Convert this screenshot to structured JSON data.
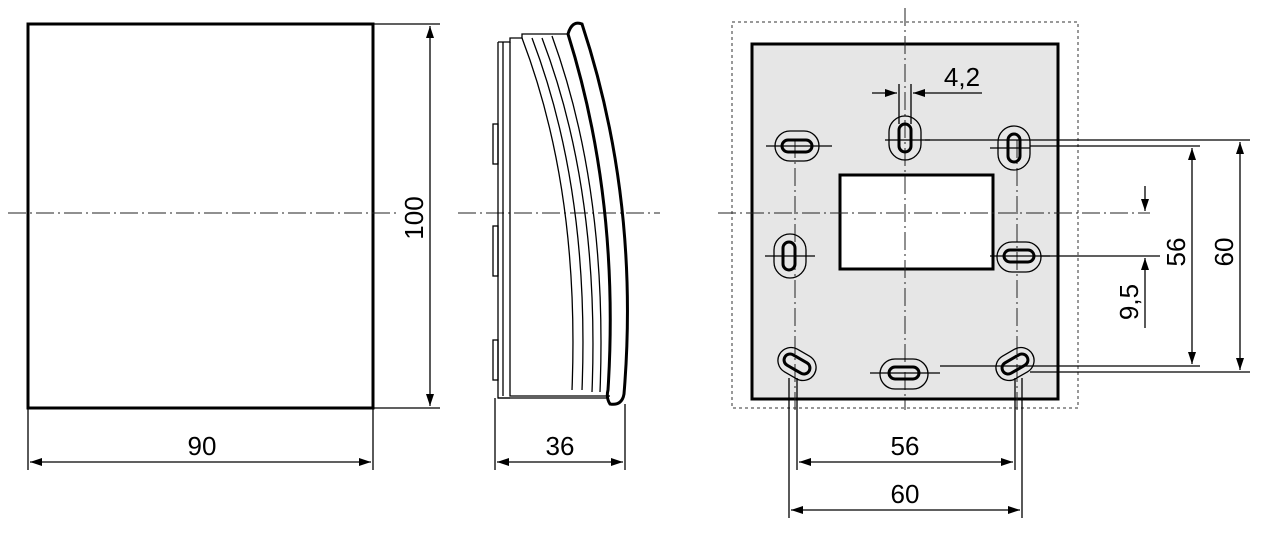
{
  "front_view": {
    "width_label": "90",
    "height_label": "100"
  },
  "side_view": {
    "depth_label": "36"
  },
  "back_view": {
    "slot_width_label": "4,2",
    "vertical_spacing_label": "56",
    "vertical_outer_label": "60",
    "offset_label": "9,5",
    "horizontal_spacing_label": "56",
    "horizontal_outer_label": "60",
    "plate_color": "#e6e6e6"
  },
  "colors": {
    "line": "#000000",
    "background": "#ffffff"
  }
}
